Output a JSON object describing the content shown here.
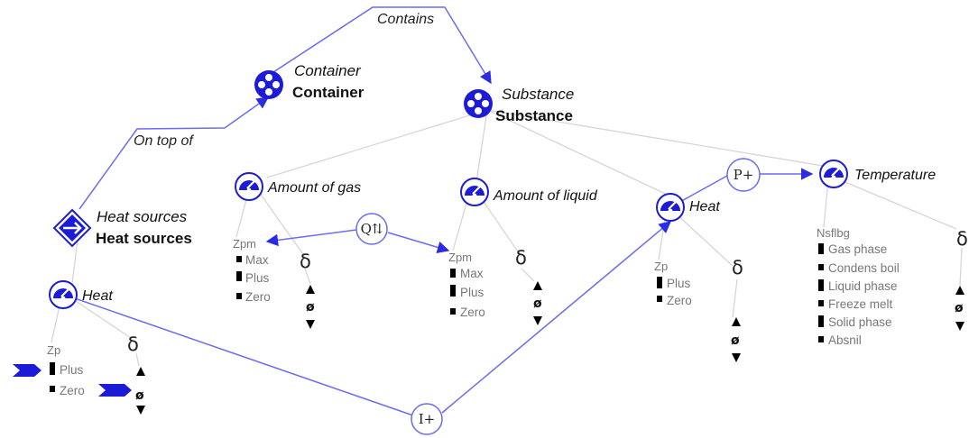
{
  "colors": {
    "link": "#6b6bf0",
    "arrow": "#2b2be6",
    "icon": "#1c1cd6",
    "structural": "#d6d6d6"
  },
  "relations": {
    "contains": "Contains",
    "on_top_of": "On top of"
  },
  "entities": {
    "container": {
      "type": "Container",
      "name": "Container",
      "icon": "entity-icon"
    },
    "substance": {
      "type": "Substance",
      "name": "Substance",
      "icon": "entity-icon"
    },
    "heat_sources": {
      "type": "Heat sources",
      "name": "Heat sources",
      "icon": "agent-icon"
    }
  },
  "quantities": {
    "amount_of_gas": {
      "label": "Amount of gas",
      "qs_name": "Zpm",
      "values": [
        "Max",
        "Plus",
        "Zero"
      ],
      "derivative_symbol": "δ",
      "derivative_zero": "ø"
    },
    "amount_of_liquid": {
      "label": "Amount of liquid",
      "qs_name": "Zpm",
      "values": [
        "Max",
        "Plus",
        "Zero"
      ],
      "derivative_symbol": "δ",
      "derivative_zero": "ø"
    },
    "heat_substance": {
      "label": "Heat",
      "qs_name": "Zp",
      "values": [
        "Plus",
        "Zero"
      ],
      "derivative_symbol": "δ",
      "derivative_zero": "ø"
    },
    "temperature": {
      "label": "Temperature",
      "qs_name": "Nsflbg",
      "values": [
        "Gas phase",
        "Condens boil",
        "Liquid phase",
        "Freeze melt",
        "Solid phase",
        "Absnil"
      ],
      "derivative_symbol": "δ",
      "derivative_zero": "ø"
    },
    "heat_source": {
      "label": "Heat",
      "qs_name": "Zp",
      "values": [
        "Plus",
        "Zero"
      ],
      "derivative_symbol": "δ",
      "derivative_zero": "ø"
    }
  },
  "dependencies": {
    "correspondence": "Q⇅",
    "proportionality": "P+",
    "influence": "I+"
  }
}
